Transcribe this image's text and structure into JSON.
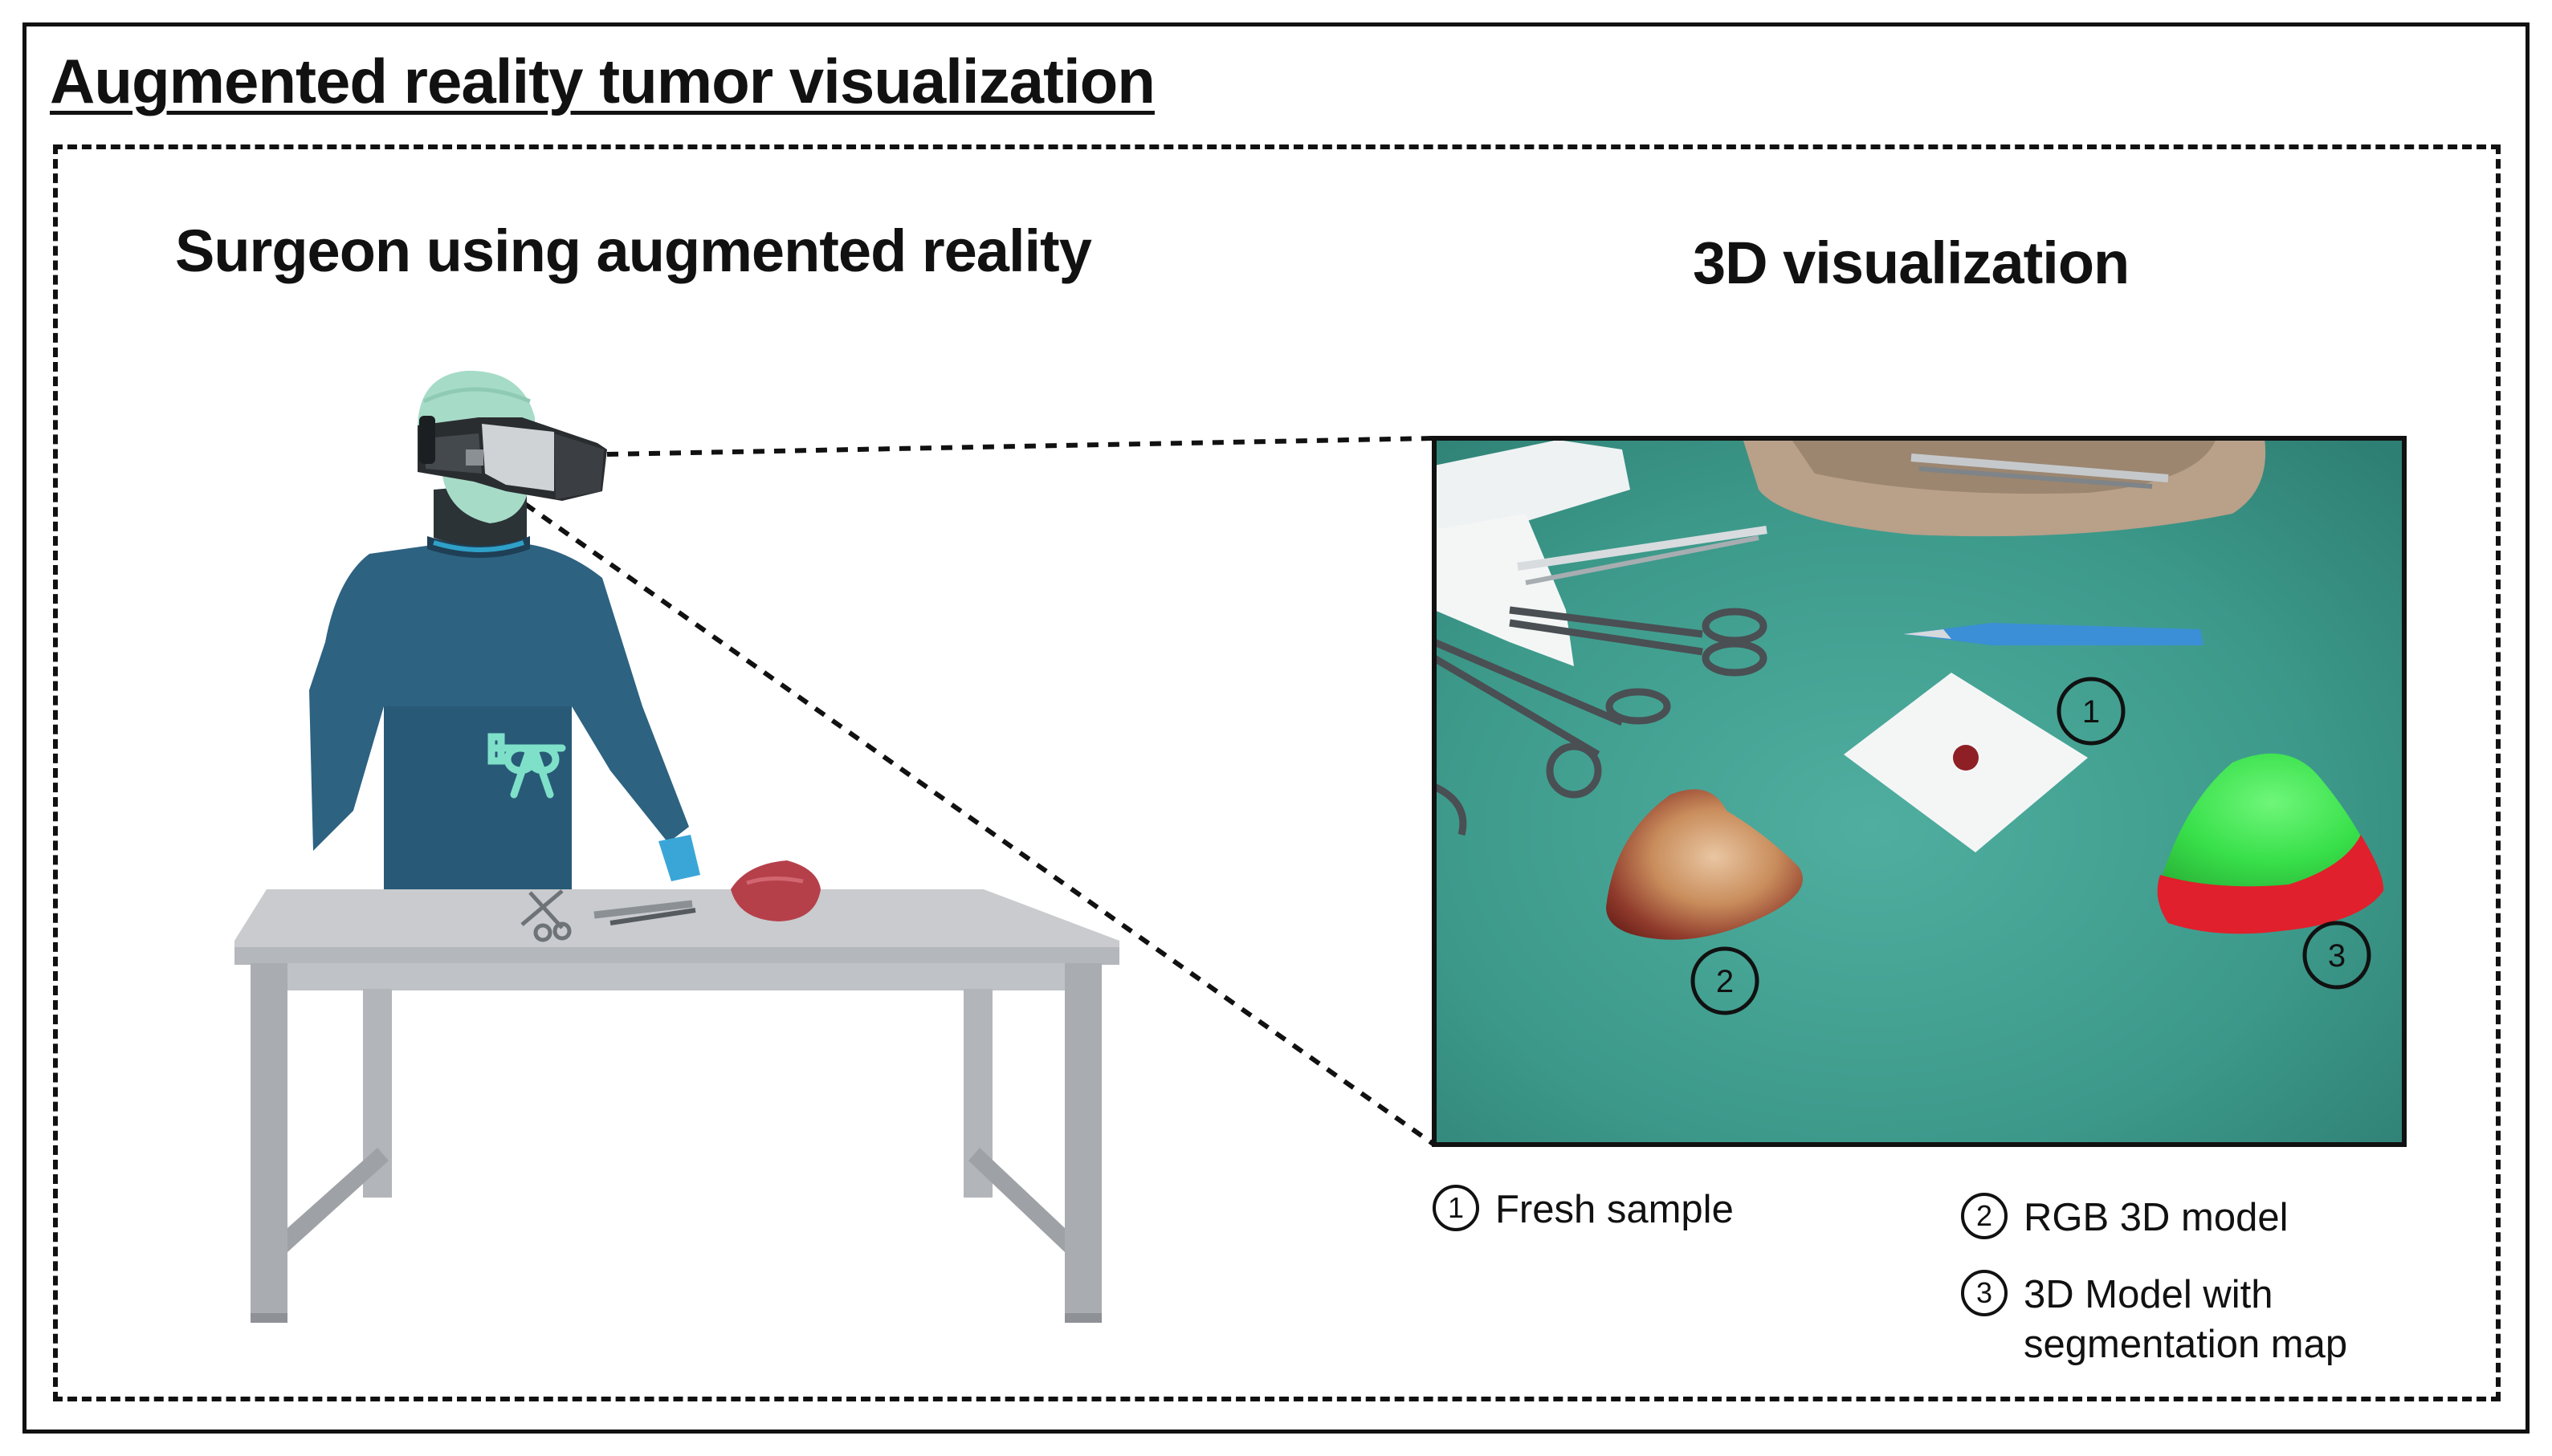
{
  "title": "Augmented reality tumor visualization",
  "left_panel": {
    "heading": "Surgeon using augmented reality"
  },
  "right_panel": {
    "heading": "3D visualization",
    "markers": [
      "1",
      "2",
      "3"
    ]
  },
  "legend": [
    {
      "num": "1",
      "text": "Fresh sample"
    },
    {
      "num": "2",
      "text": "RGB 3D model"
    },
    {
      "num": "3",
      "text": "3D Model with\nsegmentation map"
    }
  ],
  "colors": {
    "gown": "#2d6281",
    "cap": "#a6dbc8",
    "drape": "#3f9a8c",
    "table": "#c9cbce",
    "table_leg": "#a9acb0",
    "tissue": "#b5404a",
    "segmentation_green": "#39e84a",
    "segmentation_red": "#e0202c",
    "scalpel": "#3a8fd6"
  }
}
